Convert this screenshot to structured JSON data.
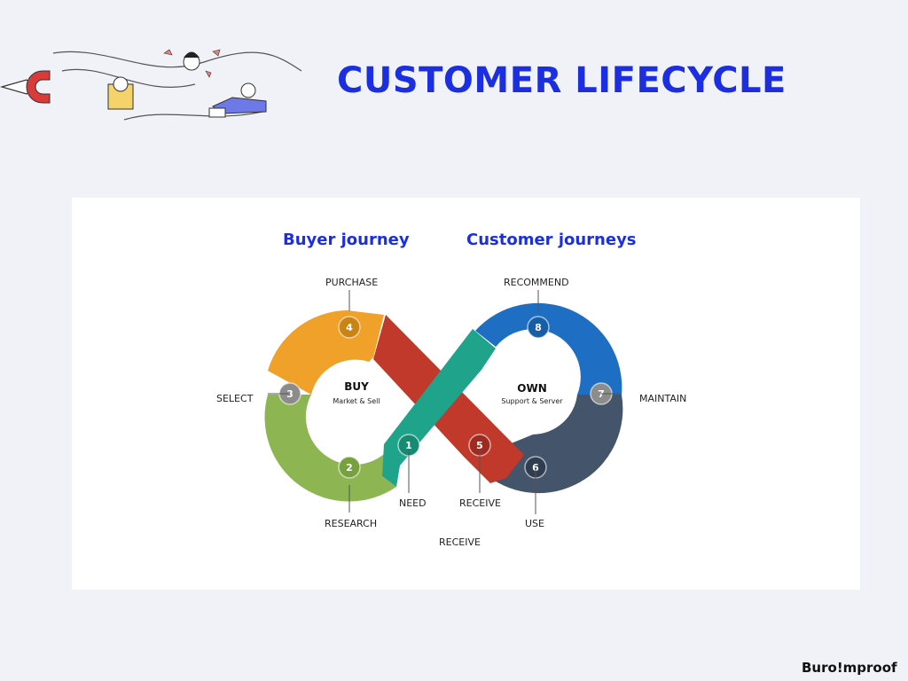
{
  "title": "CUSTOMER LIFECYCLE",
  "headings": {
    "buyer": "Buyer journey",
    "customer": "Customer journeys"
  },
  "centers": {
    "buy": {
      "title": "BUY",
      "subtitle": "Market & Sell"
    },
    "own": {
      "title": "OWN",
      "subtitle": "Support & Server"
    }
  },
  "stages": [
    {
      "num": "1",
      "label": "NEED",
      "color": "#1fa38a"
    },
    {
      "num": "2",
      "label": "RESEARCH",
      "color": "#8db552"
    },
    {
      "num": "3",
      "label": "SELECT",
      "color": "#7f7f7f"
    },
    {
      "num": "4",
      "label": "PURCHASE",
      "color": "#f0a12a"
    },
    {
      "num": "5",
      "label": "RECEIVE",
      "color": "#c0392b"
    },
    {
      "num": "6",
      "label": "USE",
      "color": "#44546a"
    },
    {
      "num": "7",
      "label": "MAINTAIN",
      "color": "#7f7f7f"
    },
    {
      "num": "8",
      "label": "RECOMMEND",
      "color": "#1e6fc3"
    }
  ],
  "extra_label": "RECEIVE",
  "logo": "Buro!mproof"
}
